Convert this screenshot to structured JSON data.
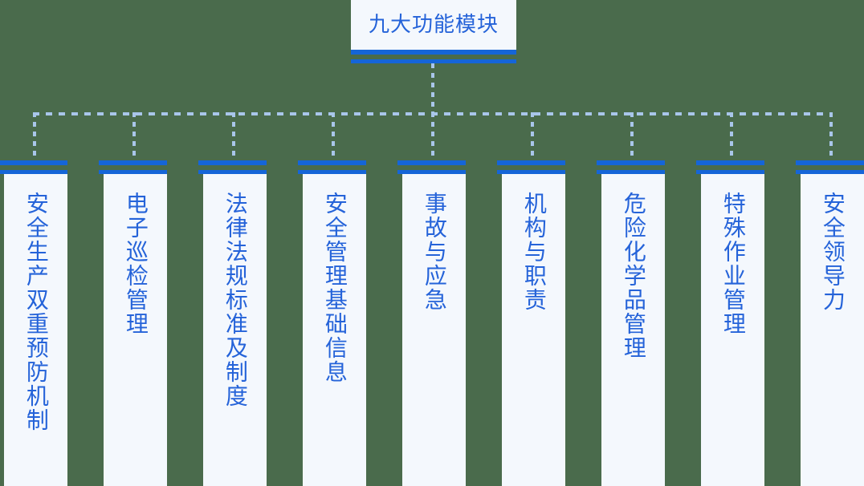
{
  "diagram": {
    "type": "organizational-tree",
    "orientation": "top-down",
    "root": {
      "label": "九大功能模块"
    },
    "children": [
      {
        "label": "安全生产双重预防机制"
      },
      {
        "label": "电子巡检管理"
      },
      {
        "label": "法律法规标准及制度"
      },
      {
        "label": "安全管理基础信息"
      },
      {
        "label": "事故与应急"
      },
      {
        "label": "机构与职责"
      },
      {
        "label": "危险化学品管理"
      },
      {
        "label": "特殊作业管理"
      },
      {
        "label": "安全领导力"
      }
    ],
    "colors": {
      "accent_bar": "#1565d8",
      "node_background": "#f4f8fd",
      "text": "#2563d9",
      "connector": "#a9c6ea",
      "canvas_background": "#4a6b4c"
    }
  }
}
